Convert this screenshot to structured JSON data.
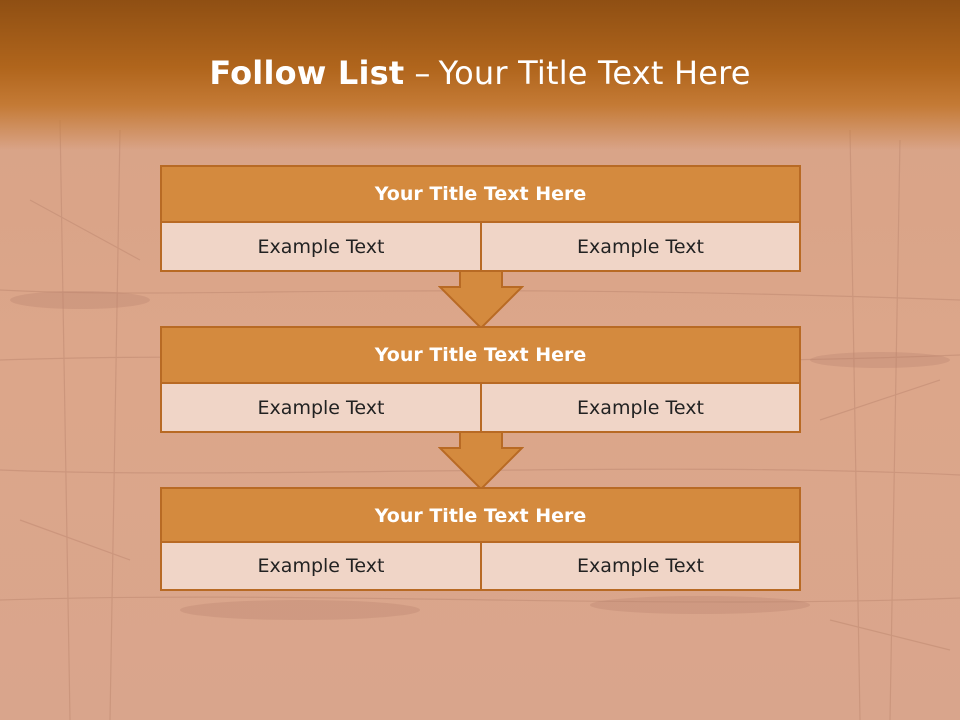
{
  "slide": {
    "title_bold": "Follow List",
    "title_dash": "–",
    "title_rest": "Your Title Text Here"
  },
  "colors": {
    "title_band": "#b0651c",
    "block_header": "#d48a3e",
    "block_border": "#b86a24",
    "cell_fill": "#f0d5c7",
    "arrow_fill": "#d48a3e"
  },
  "blocks": [
    {
      "title": "Your Title Text Here",
      "left_text": "Example Text",
      "right_text": "Example Text"
    },
    {
      "title": "Your Title Text Here",
      "left_text": "Example Text",
      "right_text": "Example Text"
    },
    {
      "title": "Your Title Text Here",
      "left_text": "Example Text",
      "right_text": "Example Text"
    }
  ],
  "arrows": [
    {
      "icon": "arrow-down-icon"
    },
    {
      "icon": "arrow-down-icon"
    }
  ]
}
